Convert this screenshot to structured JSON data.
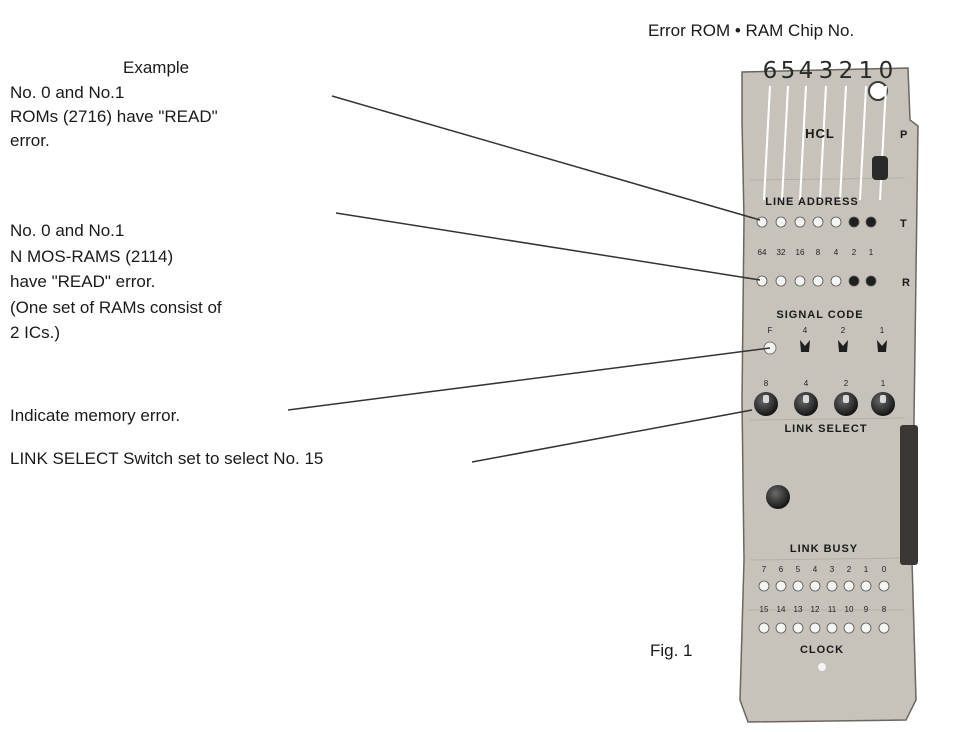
{
  "header": {
    "chip_title": "Error ROM • RAM  Chip No."
  },
  "chip_digits": [
    "6",
    "5",
    "4",
    "3",
    "2",
    "1",
    "0"
  ],
  "annotations": {
    "example_title": "Example",
    "rom_line1": "No. 0 and No.1",
    "rom_line2": "ROMs (2716) have \"READ\"",
    "rom_line3": "error.",
    "ram_line1": "No. 0  and No.1",
    "ram_line2": "N MOS-RAMS (2114)",
    "ram_line3": "have  \"READ\" error.",
    "ram_line4": "(One set of RAMs consist of",
    "ram_line5": "2 ICs.)",
    "memory_error": "Indicate  memory  error.",
    "link_select": "LINK SELECT Switch set to select No. 15"
  },
  "figure_caption": "Fig. 1",
  "panel": {
    "brand": "HCL",
    "p_label": "P",
    "line_address": "LINE ADDRESS",
    "t_label": "T",
    "r_label": "R",
    "bit_values": [
      "64",
      "32",
      "16",
      "8",
      "4",
      "2",
      "1"
    ],
    "signal_code": "SIGNAL  CODE",
    "signal_labels": [
      "F",
      "4",
      "2",
      "1"
    ],
    "link_select_values": [
      "8",
      "4",
      "2",
      "1"
    ],
    "link_select_label": "LINK  SELECT",
    "link_busy": "LINK  BUSY",
    "busy_row1": [
      "7",
      "6",
      "5",
      "4",
      "3",
      "2",
      "1",
      "0"
    ],
    "busy_row2": [
      "15",
      "14",
      "13",
      "12",
      "11",
      "10",
      "9",
      "8"
    ],
    "clock": "CLOCK"
  },
  "colors": {
    "panel": "#c7c3bb",
    "led_off": "#f4f4f2",
    "led_on": "#1f1f1f",
    "leader": "#333333"
  }
}
